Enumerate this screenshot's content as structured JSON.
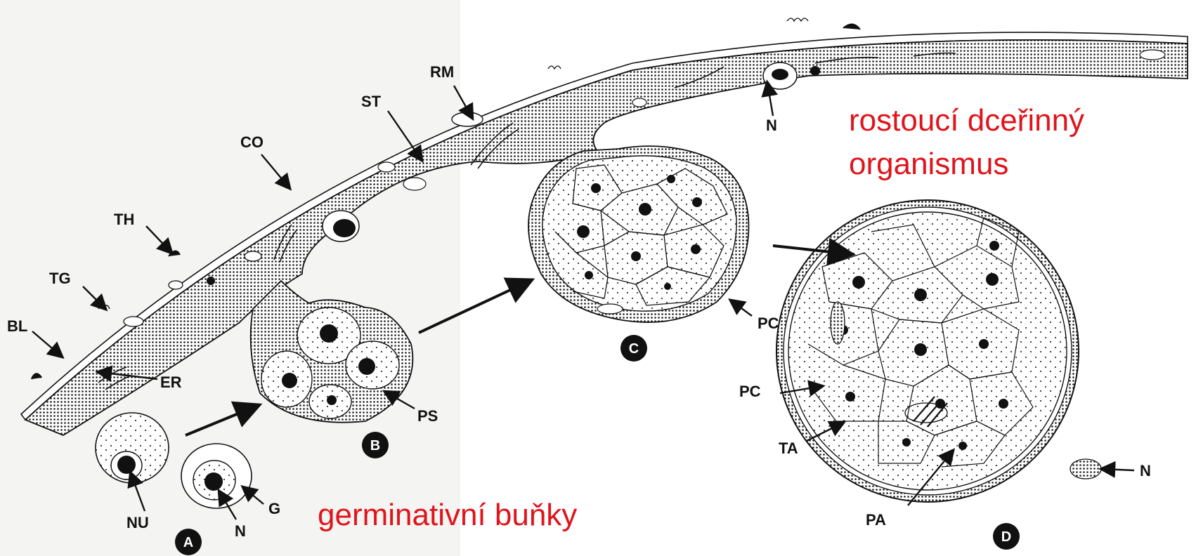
{
  "labels": {
    "rm": "RM",
    "st": "ST",
    "co": "CO",
    "th": "TH",
    "tg": "TG",
    "bl": "BL",
    "er": "ER",
    "ps": "PS",
    "pc_c": "PC",
    "pc_d": "PC",
    "ta": "TA",
    "pa": "PA",
    "n_top": "N",
    "n_a": "N",
    "n_d": "N",
    "nu": "NU",
    "g": "G"
  },
  "stages": {
    "a": "A",
    "b": "B",
    "c": "C",
    "d": "D"
  },
  "annotations": {
    "daughter_line1": "rostoucí dceřinný",
    "daughter_line2": "organismus",
    "germinal": "germinativní buňky"
  },
  "colors": {
    "annotation": "#e0141c",
    "ink": "#111111"
  }
}
